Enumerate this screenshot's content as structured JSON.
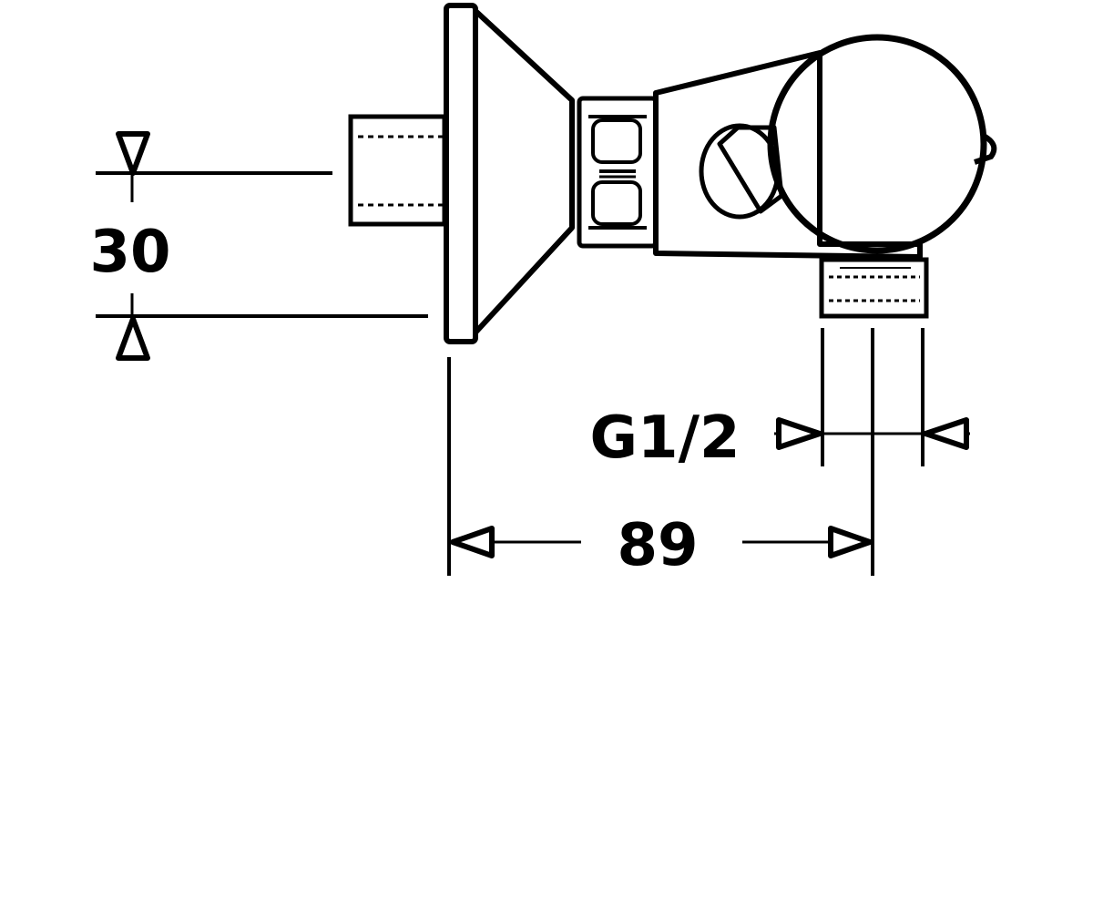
{
  "dimensions": {
    "height_label": "30",
    "thread_label": "G1/2",
    "width_label": "89"
  },
  "colors": {
    "ink": "#000000",
    "paper": "#ffffff"
  }
}
